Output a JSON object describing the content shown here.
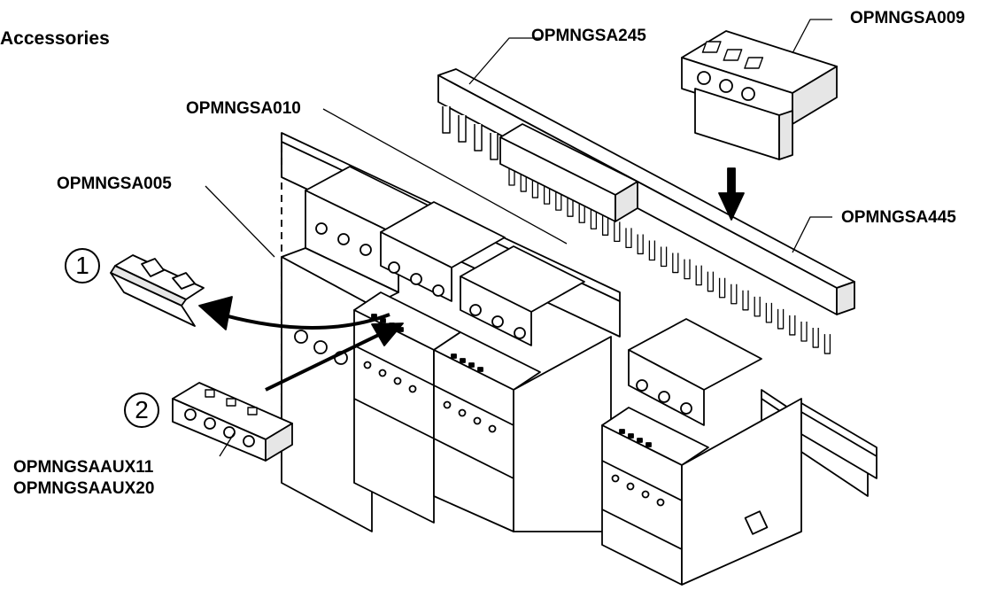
{
  "title": "Accessories",
  "steps": [
    "1",
    "2"
  ],
  "labels": {
    "opmngsa245": "OPMNGSA245",
    "opmngsa009": "OPMNGSA009",
    "opmngsa010": "OPMNGSA010",
    "opmngsa005": "OPMNGSA005",
    "opmngsa445": "OPMNGSA445",
    "opmngsaaux11": "OPMNGSAAUX11",
    "opmngsaaux20": "OPMNGSAAUX20"
  },
  "colors": {
    "line": "#000000",
    "fill": "#ffffff",
    "shade": "#e6e6e6"
  }
}
